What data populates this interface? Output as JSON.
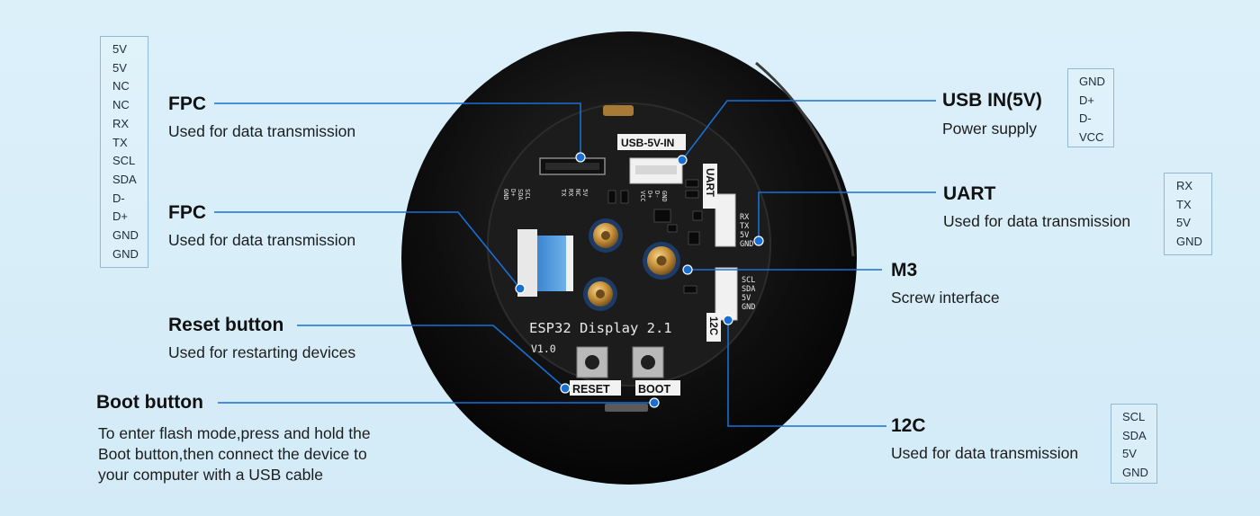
{
  "callouts": {
    "fpc_top": {
      "title": "FPC",
      "desc": "Used for data transmission"
    },
    "fpc_mid": {
      "title": "FPC",
      "desc": "Used for data transmission"
    },
    "reset": {
      "title": "Reset button",
      "desc": "Used for restarting devices"
    },
    "boot": {
      "title": "Boot button",
      "desc_lines": [
        "To enter flash mode,press and hold the",
        "Boot button,then connect the device to",
        "your computer with a USB cable"
      ]
    },
    "usb": {
      "title": "USB IN(5V)",
      "desc": "Power supply"
    },
    "uart": {
      "title": "UART",
      "desc": "Used for data transmission"
    },
    "m3": {
      "title": "M3",
      "desc": "Screw interface"
    },
    "i2c": {
      "title": "12C",
      "desc": "Used for data transmission"
    }
  },
  "pin_tables": {
    "fpc": [
      "5V",
      "5V",
      "NC",
      "NC",
      "RX",
      "TX",
      "SCL",
      "SDA",
      "D-",
      "D+",
      "GND",
      "GND"
    ],
    "usb": [
      "GND",
      "D+",
      "D-",
      "VCC"
    ],
    "uart": [
      "RX",
      "TX",
      "5V",
      "GND"
    ],
    "i2c": [
      "SCL",
      "SDA",
      "5V",
      "GND"
    ]
  },
  "board": {
    "name": "ESP32 Display 2.1",
    "version": "V1.0",
    "usb_label": "USB-5V-IN",
    "uart_label": "UART",
    "i2c_label": "12C",
    "reset_label": "RESET",
    "boot_label": "BOOT",
    "uart_pins": [
      "RX",
      "TX",
      "5V",
      "GND"
    ],
    "i2c_pins": [
      "SCL",
      "SDA",
      "5V",
      "GND"
    ],
    "fpc_pins": [
      "5V",
      "NC",
      "RX",
      "TX",
      "SCL",
      "SDA",
      "D+",
      "GND"
    ],
    "usb_pins": [
      "GND",
      "D-",
      "D+",
      "VCC"
    ]
  },
  "colors": {
    "leader": "#1a6fd4",
    "board": "#1b1b1b",
    "bezel": "#0c0c0c"
  }
}
